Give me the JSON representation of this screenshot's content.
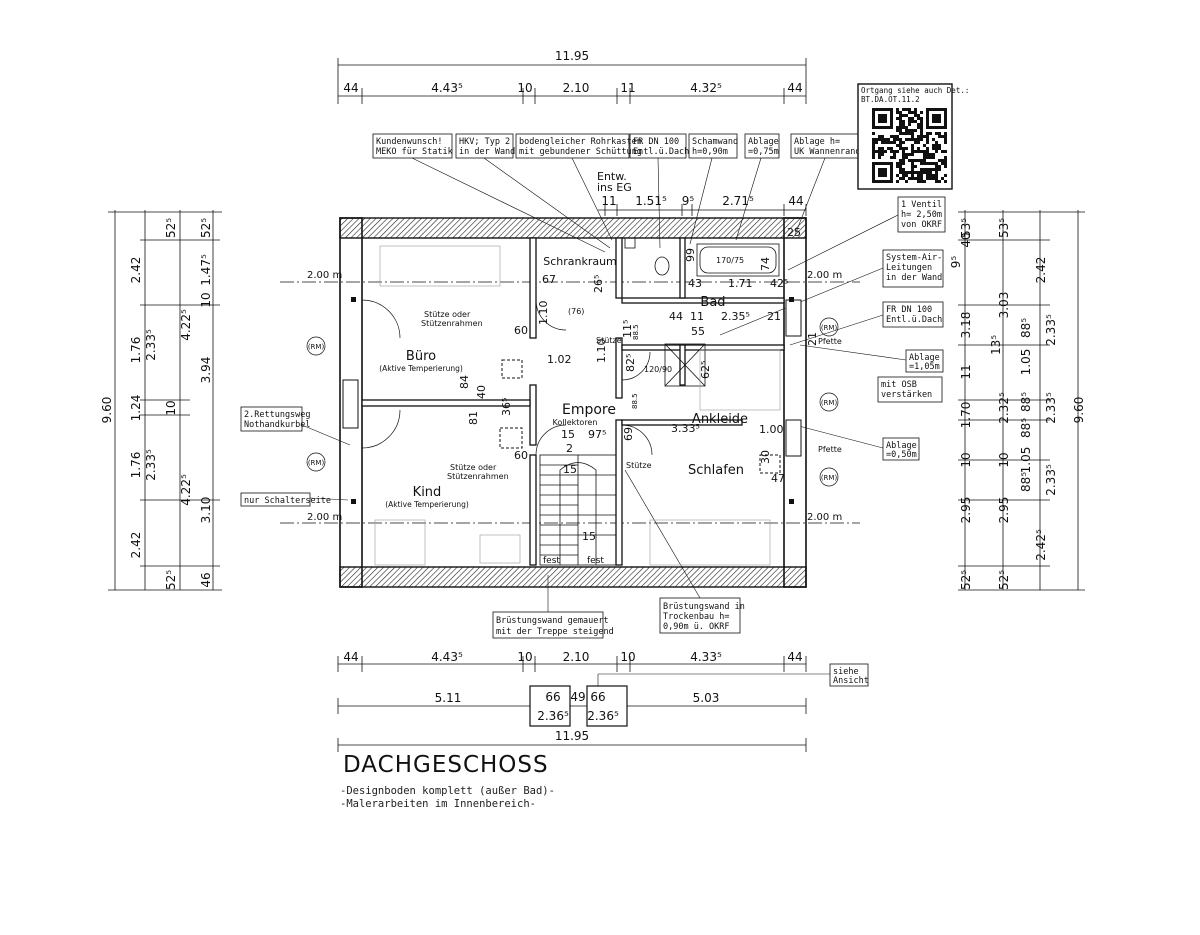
{
  "title": "DACHGESCHOSS",
  "notes": [
    "-Designboden komplett (außer Bad)-",
    "-Malerarbeiten im Innenbereich-"
  ],
  "dims_top": {
    "total": "11.95",
    "segments": [
      "44",
      "4.43⁵",
      "10",
      "2.10",
      "11",
      "4.32⁵",
      "44"
    ]
  },
  "dims_inner_top": [
    "Entw.",
    "ins EG",
    "11",
    "1.51⁵",
    "9⁵",
    "2.71⁵",
    "44"
  ],
  "dims_bottom": {
    "segments": [
      "44",
      "4.43⁵",
      "10",
      "2.10",
      "10",
      "4.33⁵",
      "44"
    ],
    "row2": [
      "5.11",
      "66",
      "49",
      "66",
      "5.03"
    ],
    "row2b": [
      "2.36⁵",
      "2.36⁵"
    ],
    "total": "11.95"
  },
  "dims_left_outer": [
    "9.60"
  ],
  "dims_left_a": [
    "2.42",
    "1.76",
    "1.24",
    "1.76",
    "2.42"
  ],
  "dims_left_b": [
    "52⁵",
    "4.22⁵",
    "2.33⁵",
    "10",
    "2.33⁵",
    "4.22⁵",
    "52⁵"
  ],
  "dims_left_c": [
    "52⁵",
    "1.47⁵",
    "10",
    "3.94",
    "3.10",
    "46"
  ],
  "dims_right_a": [
    "53⁵",
    "9⁵",
    "40",
    "3.18",
    "13⁵",
    "11",
    "1.70",
    "10",
    "2.95",
    "52⁵"
  ],
  "dims_right_b": [
    "53⁵",
    "3.03",
    "88⁵",
    "1.05",
    "88⁵",
    "2.32⁵",
    "88⁵",
    "1.05",
    "10",
    "88⁵",
    "2.95",
    "52⁵"
  ],
  "dims_right_c": [
    "2.42",
    "2.33⁵",
    "2.33⁵",
    "2.33⁵",
    "2.42⁵"
  ],
  "dims_right_outer": [
    "9.60"
  ],
  "rooms": {
    "buero": "Büro",
    "buero_sub": "(Aktive Temperierung)",
    "kind": "Kind",
    "kind_sub": "(Aktive Temperierung)",
    "empore": "Empore",
    "kollektoren": "Kollektoren",
    "bad": "Bad",
    "schrankraum": "Schrankraum",
    "ankleide": "Ankleide",
    "schlafen": "Schlafen"
  },
  "interior_labels": {
    "stuetze1": "Stütze oder",
    "stuetze1b": "Stützenrahmen",
    "stuetze2": "Stütze oder",
    "stuetze2b": "Stützenrahmen",
    "stuetze3": "Stütze",
    "stuetze4": "Stütze",
    "fest1": "fest",
    "fest2": "fest",
    "pfette1": "Pfette",
    "pfette2": "Pfette",
    "rm1": "(RM)",
    "rm2": "(RM)",
    "rm3": "(RM)",
    "rm4": "(RM)",
    "rm5": "(RM)",
    "level1": "2.00 m",
    "level2": "2.00 m",
    "level3": "2.00 m",
    "level4": "2.00 m",
    "tub": "170/75",
    "shower": "120/90",
    "d76": "(76)"
  },
  "interior_dims": [
    "67",
    "26⁵",
    "1.10",
    "60",
    "1.02",
    "1.10",
    "11⁵",
    "88.5",
    "84",
    "40",
    "36⁵",
    "81",
    "15",
    "97⁵",
    "69",
    "88.5",
    "60",
    "2",
    "15",
    "15",
    "43",
    "1.71",
    "42⁵",
    "44",
    "11",
    "2.35⁵",
    "21",
    "55",
    "82⁵",
    "62⁵",
    "3.33⁵",
    "1.00",
    "30",
    "47",
    "99",
    "74",
    "25",
    "21"
  ],
  "callouts": {
    "c1": [
      "Kundenwunsch!",
      "MEKO für Statik"
    ],
    "c2": [
      "HKV; Typ 2",
      "in der Wand"
    ],
    "c3": [
      "bodengleicher Rohrkasten",
      "mit gebundener Schüttung"
    ],
    "c4": [
      "FR DN 100",
      "Entl.ü.Dach"
    ],
    "c5": [
      "Schamwand",
      "h=0,90m"
    ],
    "c6": [
      "Ablage",
      "=0,75m"
    ],
    "c7": [
      "Ablage h=",
      "UK Wannenrand"
    ],
    "c8": [
      "1 Ventil",
      "h= 2,50m",
      "von OKRF"
    ],
    "c9": [
      "System-Air-",
      "Leitungen",
      "in der Wand"
    ],
    "c10": [
      "FR DN 100",
      "Entl.ü.Dach"
    ],
    "c11": [
      "Ablage",
      "=1,05m"
    ],
    "c12": [
      "mit OSB",
      "verstärken"
    ],
    "c13": [
      "Ablage",
      "=0,50m"
    ],
    "c14": [
      "2.Rettungsweg",
      "Nothandkurbel"
    ],
    "c15": [
      "nur Schalterseite"
    ],
    "c16": [
      "Brüstungswand gemauert",
      "mit der Treppe steigend"
    ],
    "c17": [
      "Brüstungswand in",
      "Trockenbau h=",
      "0,90m ü. OKRF"
    ],
    "c18": [
      "siehe",
      "Ansicht"
    ],
    "qr_caption": [
      "Ortgang siehe auch Det.:",
      "BT.DA.OT.11.2"
    ]
  },
  "colors": {
    "ink": "#111111",
    "paper": "#ffffff",
    "wall_hatch": "#333333"
  }
}
